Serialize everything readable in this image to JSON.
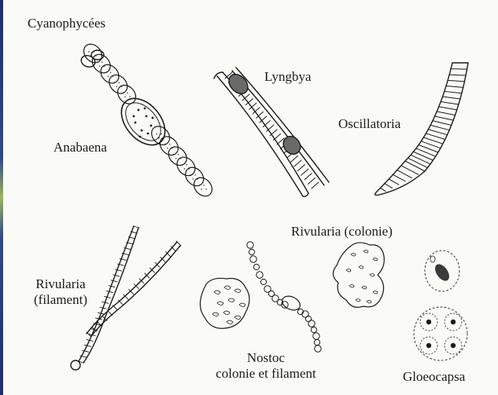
{
  "labels": {
    "title": "Cyanophycées",
    "anabaena": "Anabaena",
    "lyngbya": "Lyngbya",
    "oscillatoria": "Oscillatoria",
    "rivularia_colonie": "Rivularia (colonie)",
    "rivularia_filament_line1": "Rivularia",
    "rivularia_filament_line2": "(filament)",
    "nostoc_line1": "Nostoc",
    "nostoc_line2": "colonie et filament",
    "gloeocapsa": "Gloeocapsa"
  },
  "colors": {
    "ink": "#1a1a1a",
    "paper": "#fafaf7",
    "left_edge": "#2e4a8a"
  }
}
